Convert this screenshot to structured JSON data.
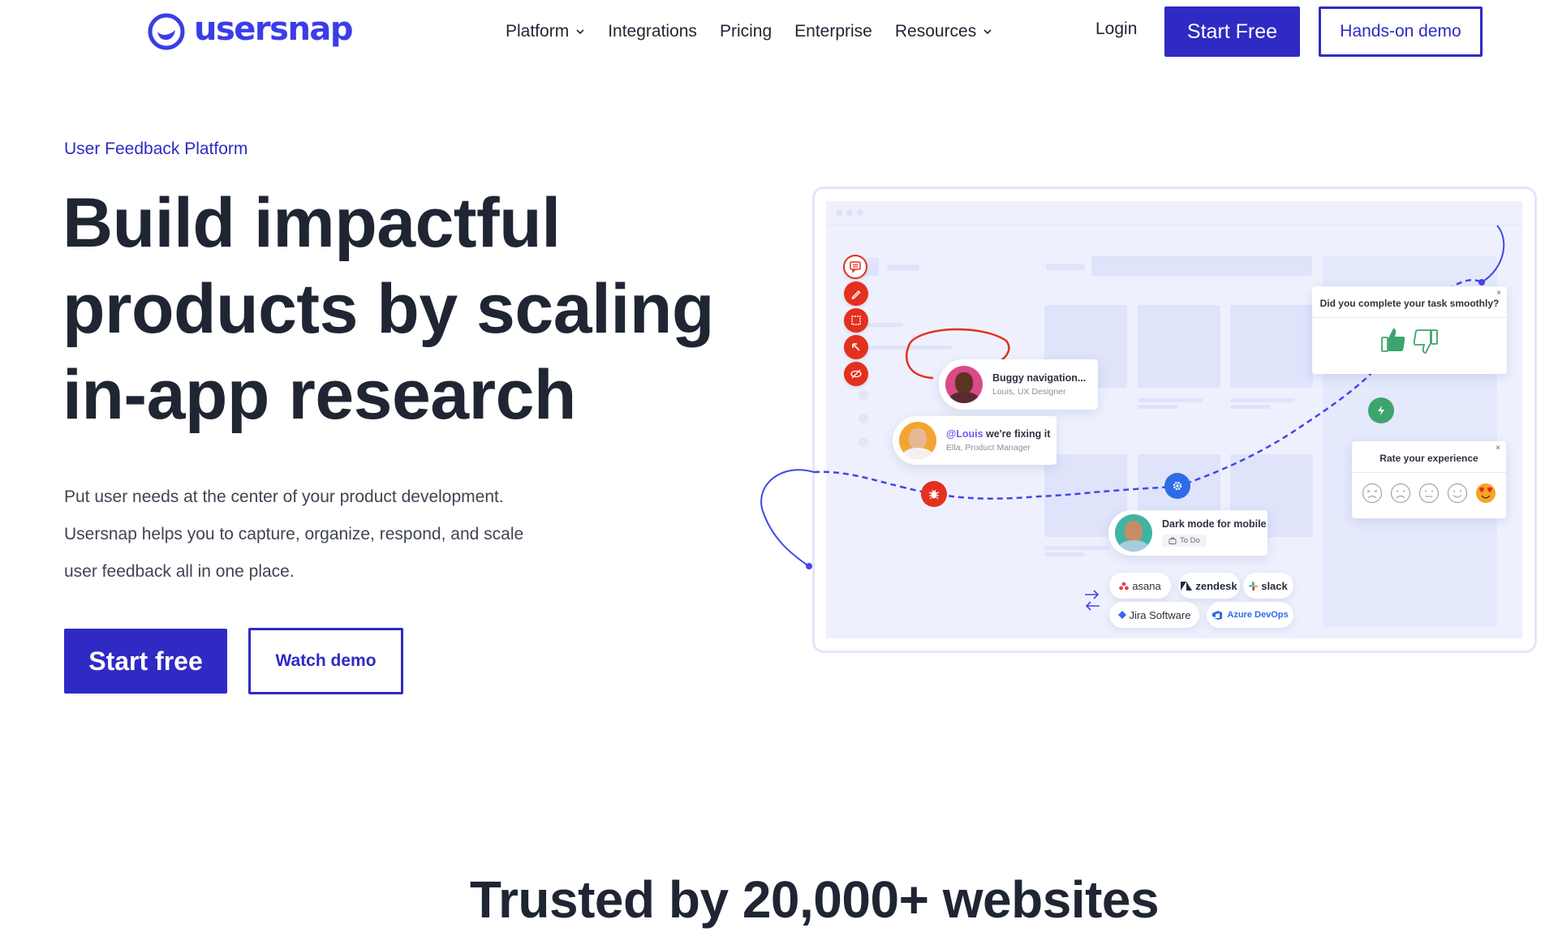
{
  "brand": {
    "name": "usersnap",
    "color": "#3b3de6",
    "accent": "#2f2ac4"
  },
  "nav": {
    "items": [
      {
        "label": "Platform",
        "dropdown": true
      },
      {
        "label": "Integrations",
        "dropdown": false
      },
      {
        "label": "Pricing",
        "dropdown": false
      },
      {
        "label": "Enterprise",
        "dropdown": false
      },
      {
        "label": "Resources",
        "dropdown": true
      }
    ],
    "login": "Login",
    "start_free": "Start Free",
    "hands_on_demo": "Hands-on demo"
  },
  "hero": {
    "eyebrow": "User Feedback Platform",
    "headline": [
      "Build impactful",
      "products by scaling",
      "in-app research"
    ],
    "lede": [
      "Put user needs at the center of your product development.",
      "Usersnap helps you to capture, organize, respond, and scale",
      "user feedback all in one place."
    ],
    "cta_primary": "Start free",
    "cta_secondary": "Watch demo"
  },
  "illustration": {
    "toolbar_icons": [
      "comment-icon",
      "pencil-icon",
      "crop-icon",
      "arrow-icon",
      "hide-icon"
    ],
    "cards": {
      "buggy": {
        "title": "Buggy navigation...",
        "subtitle": "Louis, UX Designer"
      },
      "fixing": {
        "mention": "@Louis",
        "title": " we're fixing it",
        "subtitle": "Ella, Product Manager"
      },
      "darkmode": {
        "title": "Dark mode for mobile",
        "status": "To Do"
      }
    },
    "survey_task": {
      "question": "Did you complete your task smoothly?",
      "close": "×"
    },
    "survey_rate": {
      "question": "Rate your experience",
      "close": "×"
    },
    "integrations": [
      "asana",
      "zendesk",
      "slack",
      "Jira Software",
      "Azure DevOps"
    ],
    "colors": {
      "red": "#e4301e",
      "green": "#3ea46d",
      "blue": "#2f6be6",
      "path": "#4347e8"
    }
  },
  "trusted": {
    "heading": "Trusted by 20,000+ websites"
  }
}
